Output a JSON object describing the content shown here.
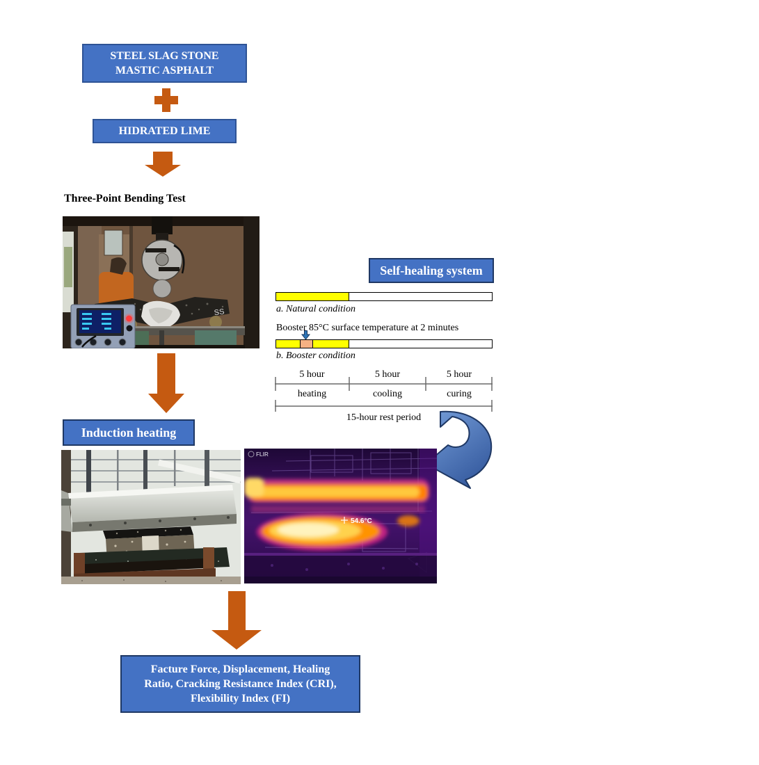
{
  "flow": {
    "material1_line1": "STEEL SLAG STONE",
    "material1_line2": "MASTIC ASPHALT",
    "material2": "HIDRATED LIME",
    "bending_heading": "Three-Point Bending Test",
    "self_healing_title": "Self-healing system",
    "induction_title": "Induction heating",
    "results_line1": "Facture Force, Displacement, Healing",
    "results_line2": "Ratio, Cracking Resistance Index (CRI),",
    "results_line3": "Flexibility Index (FI)"
  },
  "healing_bars": {
    "natural_label": "a. Natural condition",
    "booster_note": "Booster 85°C surface temperature at 2 minutes",
    "booster_label": "b. Booster condition"
  },
  "timeline": {
    "segments": [
      {
        "duration": "5 hour",
        "phase": "heating"
      },
      {
        "duration": "5 hour",
        "phase": "cooling"
      },
      {
        "duration": "5 hour",
        "phase": "curing"
      }
    ],
    "total_label": "15-hour rest period"
  },
  "photos": {
    "bending_specimen_label": "SS",
    "thermal_brand": "FLIR",
    "thermal_reading": "54.6°C"
  },
  "colors": {
    "box_blue": "#4472C4",
    "box_border_dark": "#1F3864",
    "arrow_orange": "#C55A11",
    "bar_yellow": "#FFFF00",
    "booster_peach": "#F5B183",
    "curved_arrow_blue": "#4472C4"
  }
}
